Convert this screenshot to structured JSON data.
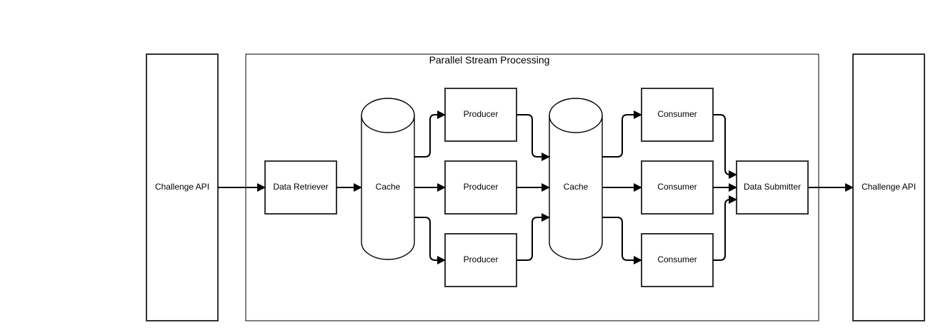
{
  "diagram": {
    "group": {
      "label": "Parallel Stream Processing"
    },
    "nodes": {
      "api_in": {
        "label": "Challenge API"
      },
      "retriever": {
        "label": "Data Retriever"
      },
      "cache_1": {
        "label": "Cache"
      },
      "producer_1": {
        "label": "Producer"
      },
      "producer_2": {
        "label": "Producer"
      },
      "producer_3": {
        "label": "Producer"
      },
      "cache_2": {
        "label": "Cache"
      },
      "consumer_1": {
        "label": "Consumer"
      },
      "consumer_2": {
        "label": "Consumer"
      },
      "consumer_3": {
        "label": "Consumer"
      },
      "submitter": {
        "label": "Data Submitter"
      },
      "api_out": {
        "label": "Challenge API"
      }
    }
  }
}
